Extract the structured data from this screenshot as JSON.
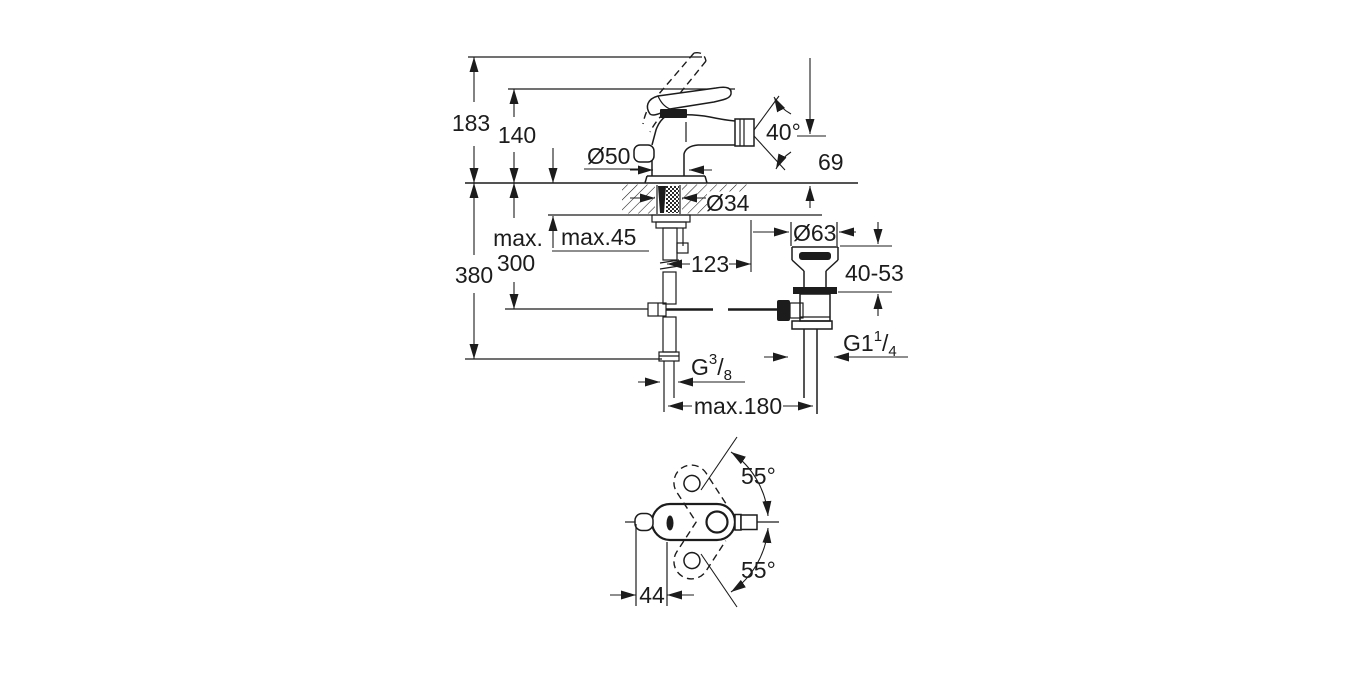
{
  "drawing": {
    "background_color": "#ffffff",
    "line_color": "#1c1c1c",
    "views": {
      "side_view": "side elevation with installation depths",
      "top_view": "plan view with handle swivel angles"
    },
    "dims": {
      "total_height": "183",
      "lever_height": "140",
      "base_diameter": "Ø50",
      "spray_angle": "40°",
      "spout_height": "69",
      "hole_diameter": "Ø34",
      "max_deck_thickness": "max.45",
      "max_depth_prefix": "max.",
      "max_depth_value": "300",
      "hose_length": "380",
      "rod_offset": "123",
      "waste_flange_diameter": "Ø63",
      "waste_adjust_range": "40-53",
      "waste_thread": {
        "base": "G1",
        "sup": "1",
        "slash": "/",
        "sub": "4"
      },
      "hose_thread": {
        "base": "G",
        "sup": "3",
        "slash": "/",
        "sub": "8"
      },
      "max_spread": "max.180",
      "swivel_upper": "55°",
      "swivel_lower": "55°",
      "handle_offset": "44"
    }
  }
}
